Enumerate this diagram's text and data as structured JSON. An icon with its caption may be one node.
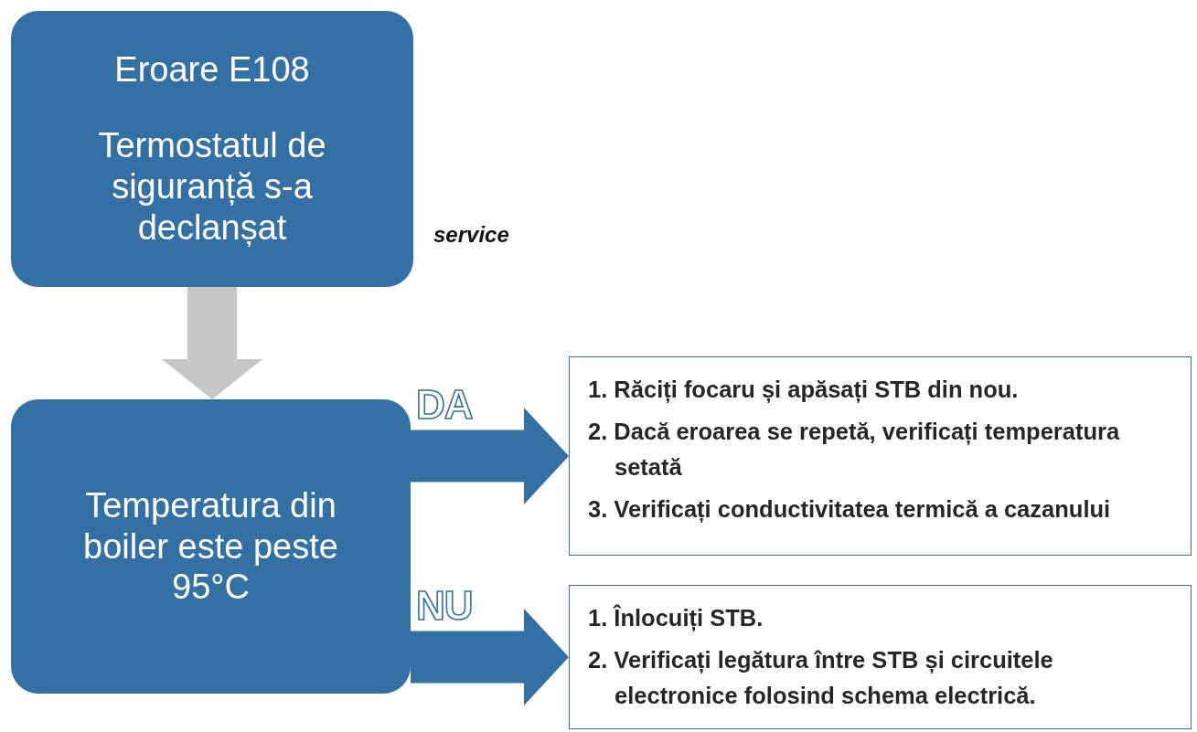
{
  "diagram": {
    "nodes": [
      {
        "text": [
          "Eroare E108",
          "Termostatul de siguranță s-a declanșat"
        ]
      },
      {
        "text": [
          "Temperatura din boiler este peste 95°C"
        ]
      },
      {
        "text": [
          "1. Răciți focaru și apăsați STB din nou.",
          "2. Dacă eroarea se repetă, verificați temperatura setată",
          "3. Verificați conductivitatea termică a cazanului"
        ]
      },
      {
        "text": [
          "1. Înlocuiți STB.",
          "2. Verificați legătura între STB și circuitele electronice folosind schema electrică."
        ]
      }
    ],
    "edges": [
      {
        "from": 0,
        "to": 1,
        "arrow": "to",
        "style": "thick",
        "color": "#c6c6c6"
      },
      {
        "from": 1,
        "to": 2,
        "arrow": "to",
        "style": "thick",
        "label": "DA"
      },
      {
        "from": 1,
        "to": 3,
        "arrow": "to",
        "style": "thick",
        "label": "NU"
      }
    ],
    "labels": [
      "service"
    ]
  }
}
